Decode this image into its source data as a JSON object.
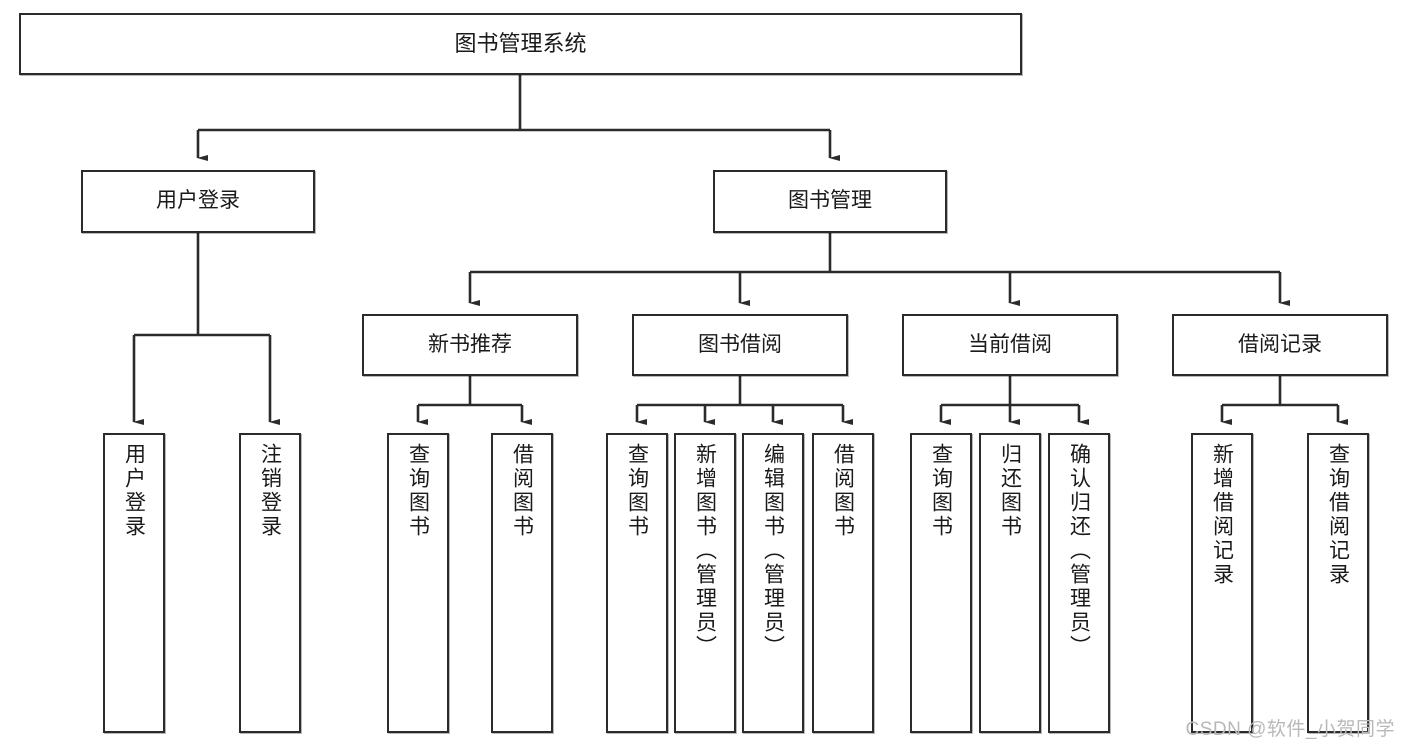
{
  "diagram": {
    "title": "图书管理系统",
    "type": "tree-hierarchy-chart",
    "root": {
      "label": "图书管理系统"
    },
    "level2": [
      {
        "label": "用户登录"
      },
      {
        "label": "图书管理"
      }
    ],
    "level3": [
      {
        "label": "新书推荐"
      },
      {
        "label": "图书借阅"
      },
      {
        "label": "当前借阅"
      },
      {
        "label": "借阅记录"
      }
    ],
    "leaves": {
      "user_login": [
        {
          "label": "用户登录"
        },
        {
          "label": "注销登录"
        }
      ],
      "new_book": [
        {
          "label": "查询图书"
        },
        {
          "label": "借阅图书"
        }
      ],
      "book_borrow": [
        {
          "label": "查询图书"
        },
        {
          "label": "新增图书（管理员）"
        },
        {
          "label": "编辑图书（管理员）"
        },
        {
          "label": "借阅图书"
        }
      ],
      "current_borrow": [
        {
          "label": "查询图书"
        },
        {
          "label": "归还图书"
        },
        {
          "label": "确认归还（管理员）"
        }
      ],
      "borrow_record": [
        {
          "label": "新增借阅记录"
        },
        {
          "label": "查询借阅记录"
        }
      ]
    }
  },
  "watermark": {
    "text": "CSDN @软件_小贺同学"
  },
  "colors": {
    "stroke": "#2b2b2b",
    "box_fill": "#ffffff",
    "text": "#1a1a1a",
    "watermark": "#b9b9b9"
  }
}
